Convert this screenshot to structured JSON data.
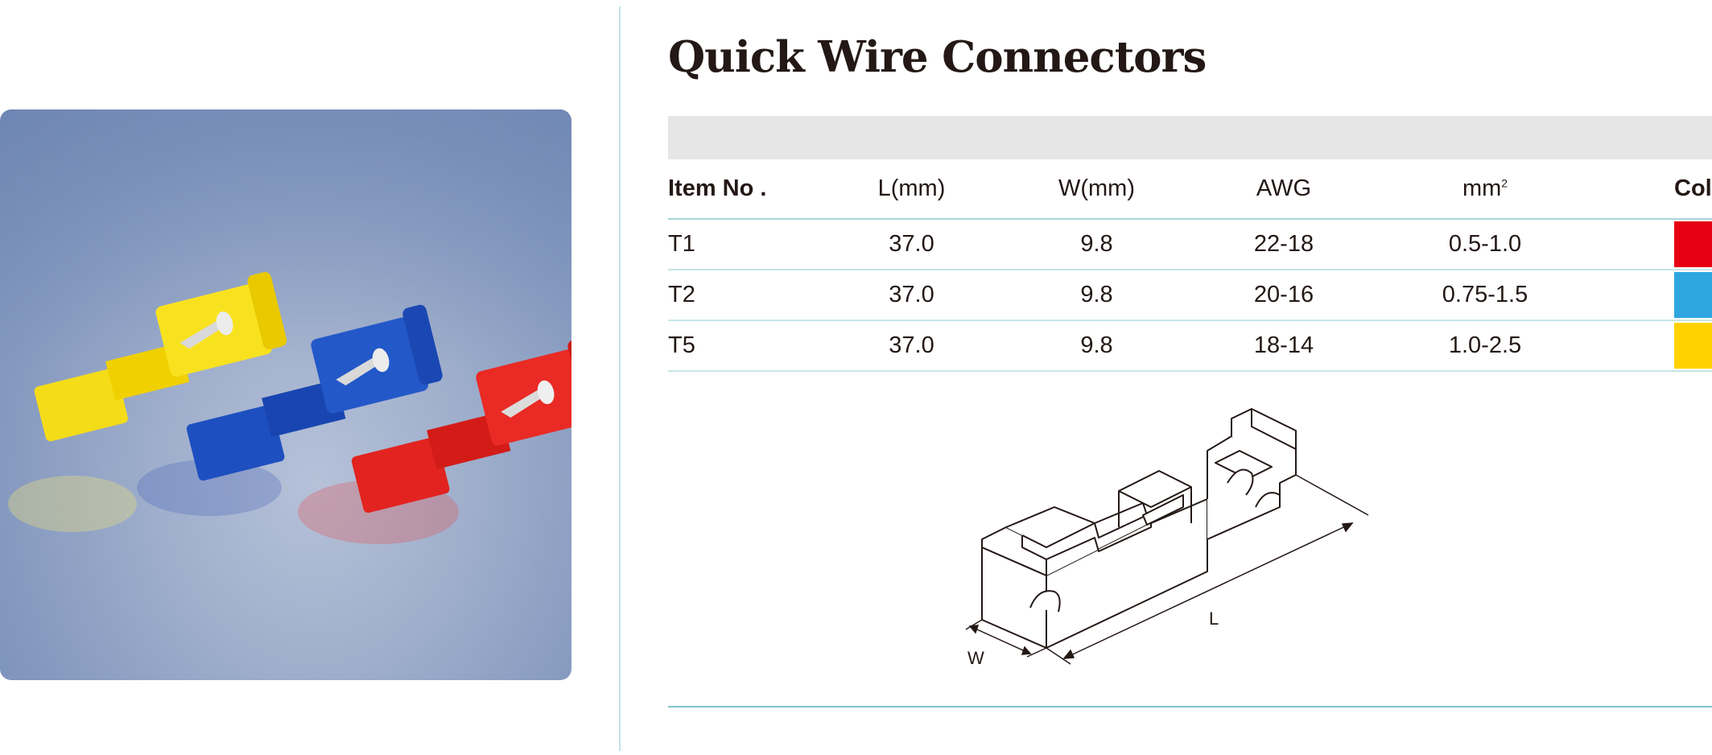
{
  "title": "Quick Wire Connectors",
  "table": {
    "headers": {
      "item": "Item No .",
      "length": "L(mm)",
      "width": "W(mm)",
      "awg": "AWG",
      "mm2": "mm",
      "mm2_sup": "2",
      "color": "Color"
    },
    "rows": [
      {
        "item": "T1",
        "length": "37.0",
        "width": "9.8",
        "awg": "22-18",
        "mm2": "0.5-1.0",
        "color": "#e50012"
      },
      {
        "item": "T2",
        "length": "37.0",
        "width": "9.8",
        "awg": "20-16",
        "mm2": "0.75-1.5",
        "color": "#2ea7e0"
      },
      {
        "item": "T5",
        "length": "37.0",
        "width": "9.8",
        "awg": "18-14",
        "mm2": "1.0-2.5",
        "color": "#ffd200"
      }
    ]
  },
  "drawing": {
    "label_length": "L",
    "label_width": "W"
  },
  "colors": {
    "divider": "#bfe3e2",
    "rule": "#7fc6c8",
    "header_bar": "#e6e6e6"
  }
}
